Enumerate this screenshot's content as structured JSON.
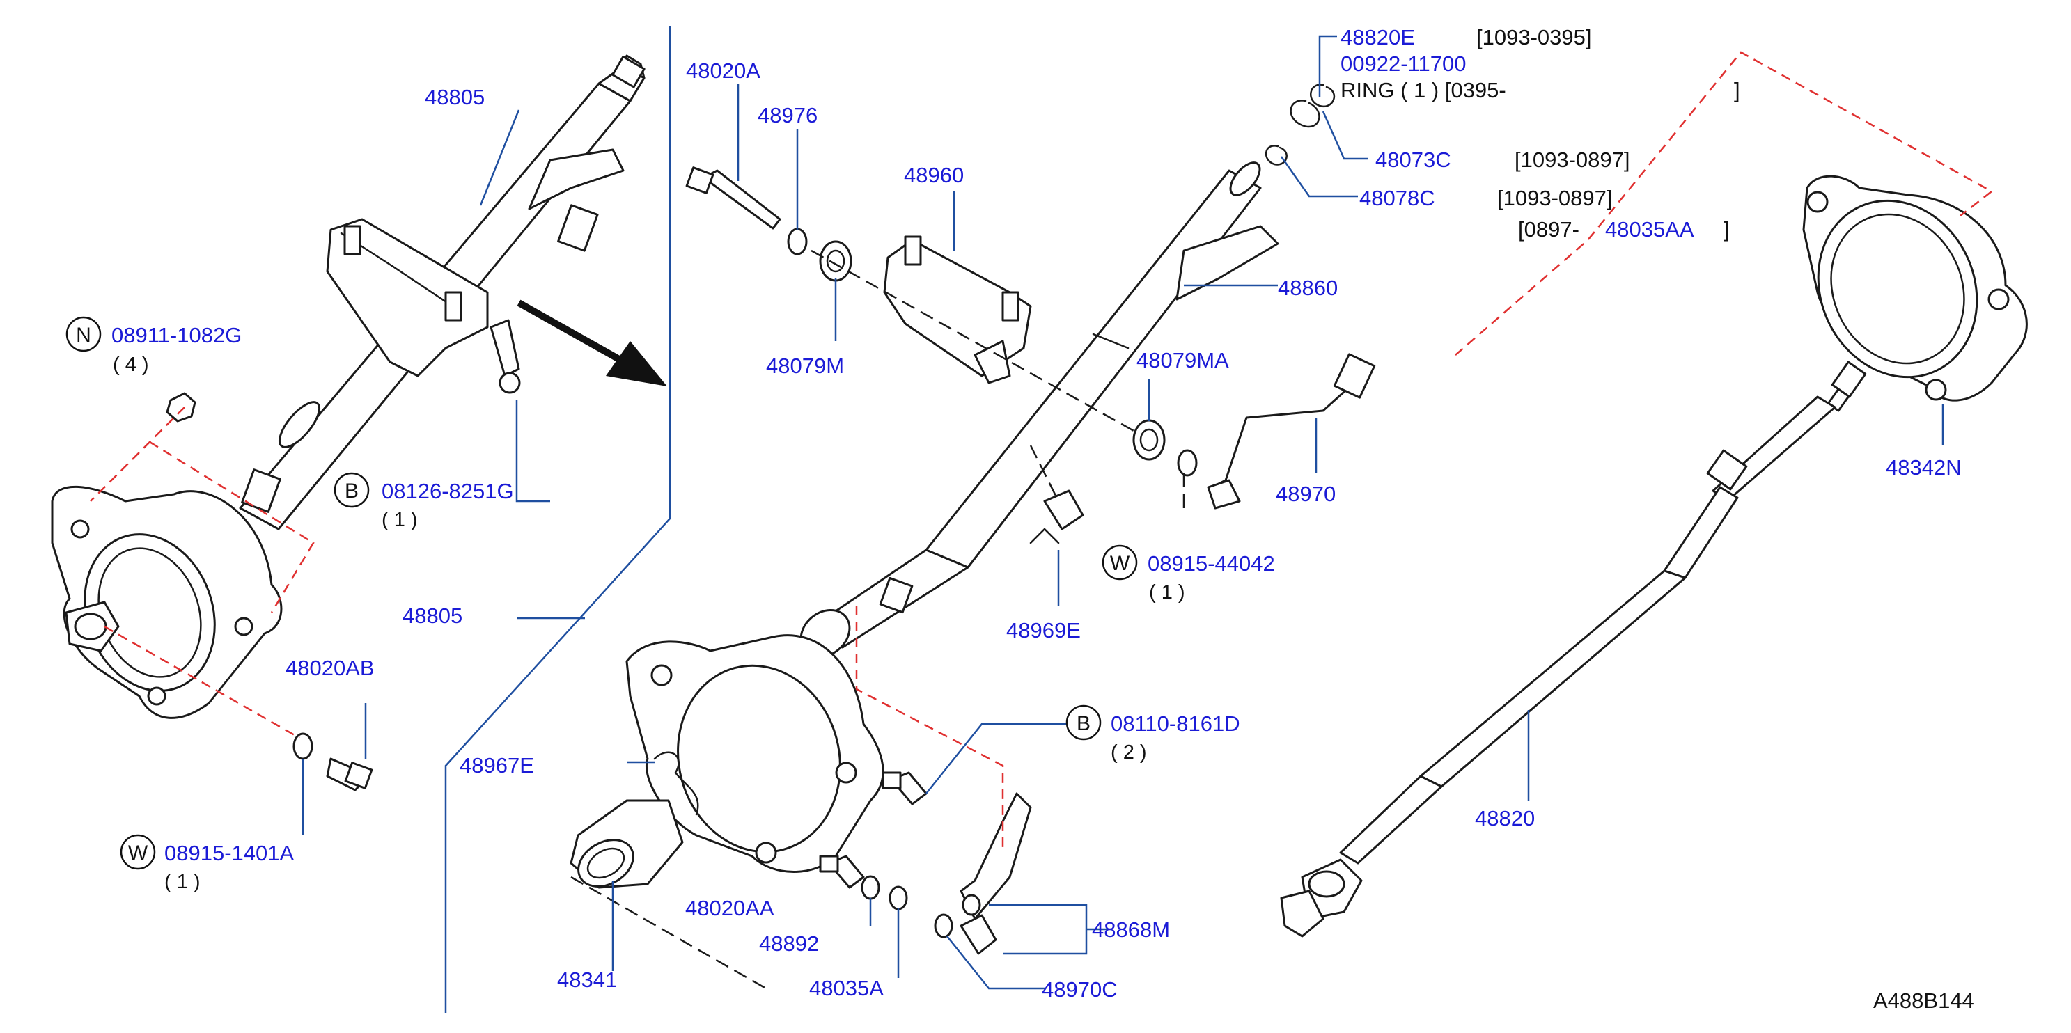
{
  "diagram_id": "A488B144",
  "labels": {
    "p48805_top": "48805",
    "p48805_mid": "48805",
    "p08911": "08911-1082G",
    "p08911_qty": "( 4 )",
    "p08126": "08126-8251G",
    "p08126_qty": "( 1 )",
    "p48020AB": "48020AB",
    "p08915_1401A": "08915-1401A",
    "p08915_1401A_qty": "( 1 )",
    "p48967E": "48967E",
    "p48341": "48341",
    "p48020A": "48020A",
    "p48976": "48976",
    "p48960": "48960",
    "p48079M": "48079M",
    "p48860": "48860",
    "p48079MA": "48079MA",
    "p48970": "48970",
    "p08915_44042": "08915-44042",
    "p08915_44042_qty": "( 1 )",
    "p48969E": "48969E",
    "p08110": "08110-8161D",
    "p08110_qty": "( 2 )",
    "p48020AA": "48020AA",
    "p48892": "48892",
    "p48035A": "48035A",
    "p48868M": "48868M",
    "p48970C": "48970C",
    "p48820E": "48820E",
    "p48820E_date": "[1093-0395]",
    "p00922": "00922-11700",
    "ring_text": "RING ( 1 ) [0395-",
    "ring_close": "]",
    "p48073C": "48073C",
    "p48073C_date": "[1093-0897]",
    "p48078C": "48078C",
    "p48078C_date": "[1093-0897]",
    "p48035AA_open": "[0897-",
    "p48035AA": "48035AA",
    "p48035AA_close": "]",
    "p48342N": "48342N",
    "p48820": "48820"
  },
  "markers": {
    "n": "N",
    "b1": "B",
    "w1": "W",
    "w2": "W",
    "b2": "B"
  },
  "colors": {
    "label": "#1b1bd6",
    "leader": "#1f4fa0",
    "dashed_reference": "#e03030",
    "line": "#1a1a1a"
  }
}
